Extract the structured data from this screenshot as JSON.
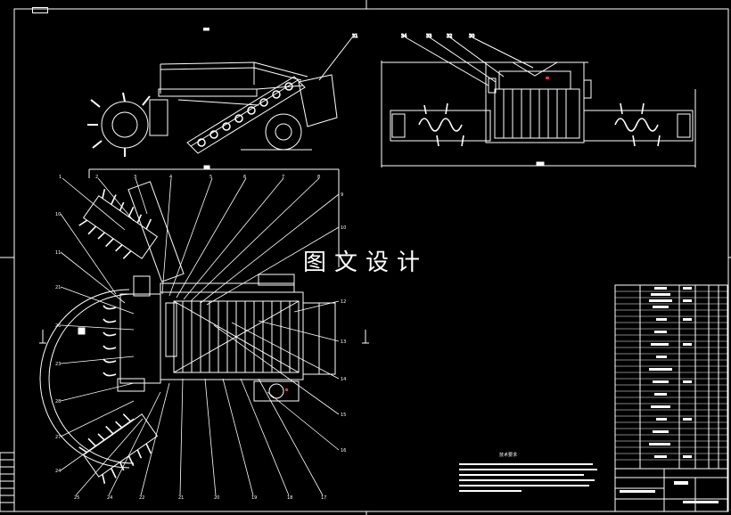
{
  "watermark": {
    "text": "图文设计"
  },
  "colors": {
    "background": "#000000",
    "lines": "#ffffff",
    "accent": "#ff3030"
  },
  "notes": {
    "heading": "技术要求"
  },
  "parts_list": {
    "rows": 29
  }
}
